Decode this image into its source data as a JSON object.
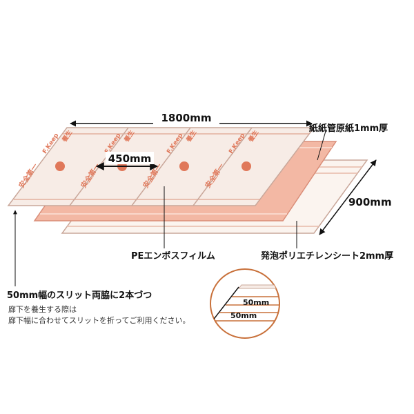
{
  "labels": {
    "length": "1800mm",
    "panel_width": "450mm",
    "depth": "900mm",
    "top_layer": "紙紙管原紙1mm厚",
    "film_layer": "PEエンボスフィルム",
    "foam_layer": "発泡ポリエチレンシート2mm厚",
    "slit_title": "50mm幅のスリット両脇に2本づつ",
    "note_line1": "廊下を養生する際は",
    "note_line2": "廊下幅に合わせてスリットを折ってご利用ください。",
    "inset_top": "50mm",
    "inset_bottom": "50mm"
  },
  "panel_print": {
    "line_a": "安全第一",
    "line_b": "養生",
    "line_c": "F.Keep"
  },
  "colors": {
    "board_fill": "#f7ece6",
    "board_stroke": "#c9a79a",
    "film_fill": "#f3b8a4",
    "foam_fill": "#fbf4ef",
    "print": "#e0785a",
    "inset_ring": "#c8703a"
  }
}
